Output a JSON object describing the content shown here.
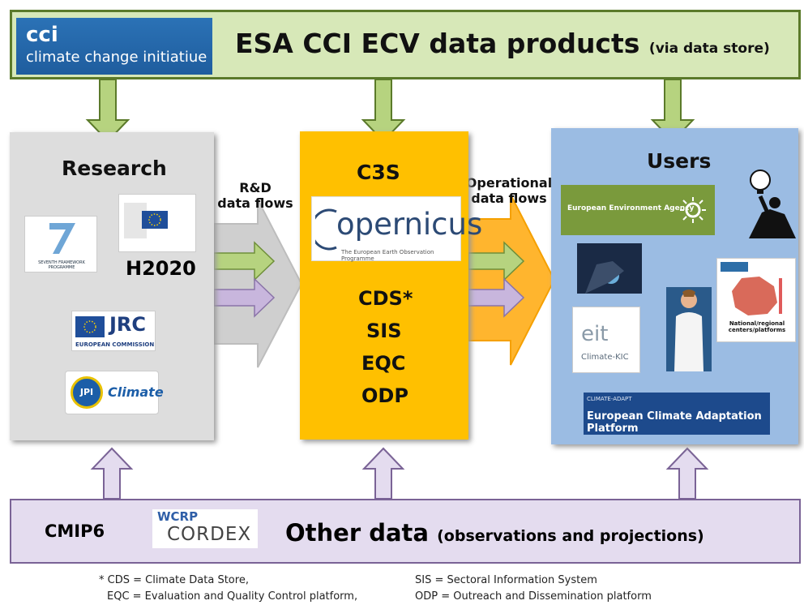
{
  "top": {
    "logo_line1": "cci",
    "logo_line2": "climate change initiatiue",
    "title": "ESA CCI ECV data products",
    "title_sub": "(via data store)"
  },
  "research": {
    "heading": "Research",
    "fp7_label": "SEVENTH FRAMEWORK PROGRAMME",
    "h2020_label": "H2020",
    "jrc_label": "JRC",
    "jrc_sub": "EUROPEAN COMMISSION",
    "jpi_label": "JPI",
    "jpi_sub": "Climate"
  },
  "flows": {
    "rd_line1": "R&D",
    "rd_line2": "data flows",
    "op_line1": "Operational",
    "op_line2": "data flows"
  },
  "c3s": {
    "heading": "C3S",
    "copernicus_word": "opernicus",
    "copernicus_sub": "The European Earth Observation Programme",
    "items": [
      "CDS*",
      "SIS",
      "EQC",
      "ODP"
    ]
  },
  "users": {
    "heading": "Users",
    "eea_label": "European Environment Agency",
    "eit_line1": "eit",
    "eit_line2": "Climate-KIC",
    "national_label": "National/regional centers/platforms",
    "climate_adapt_small": "CLIMATE-ADAPT",
    "climate_adapt": "European Climate Adaptation Platform"
  },
  "bottom": {
    "cmip6": "CMIP6",
    "wcrp": "WCRP",
    "cordex": "CORDEX",
    "title": "Other data",
    "title_sub": "(observations and projections)"
  },
  "footnotes": {
    "cds": "* CDS = Climate Data Store,",
    "eqc": "EQC = Evaluation and Quality Control platform,",
    "sis": "SIS = Sectoral Information System",
    "odp": "ODP = Outreach and Dissemination platform"
  },
  "colors": {
    "top_bar": "#d7e8b8",
    "green_arrow": "#b6d37f",
    "c3s": "#ffc000",
    "users": "#9bbce3",
    "bottom_bar": "#e4dcef",
    "purple_arrow": "#c8b6dd"
  }
}
